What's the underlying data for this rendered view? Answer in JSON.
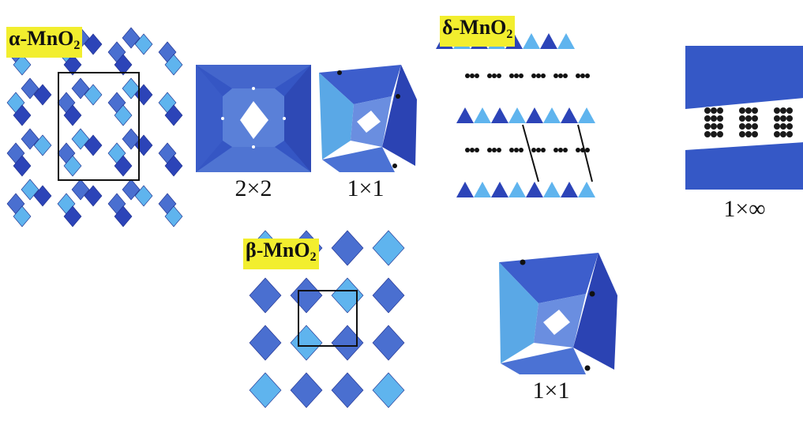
{
  "figure": {
    "alpha": {
      "name": "α-MnO",
      "subscript": "2",
      "tunnels": [
        "2×2",
        "1×1"
      ]
    },
    "delta": {
      "name": "δ-MnO",
      "subscript": "2",
      "tunnel": "1×∞"
    },
    "beta": {
      "name": "β-MnO",
      "subscript": "2",
      "tunnel": "1×1"
    }
  },
  "colors": {
    "octahedron_dark": "#2c44b8",
    "octahedron_mid": "#4a6fd0",
    "octahedron_light": "#5fb4ee",
    "label_highlight": "#f2ee2e",
    "cation": "#111111"
  }
}
